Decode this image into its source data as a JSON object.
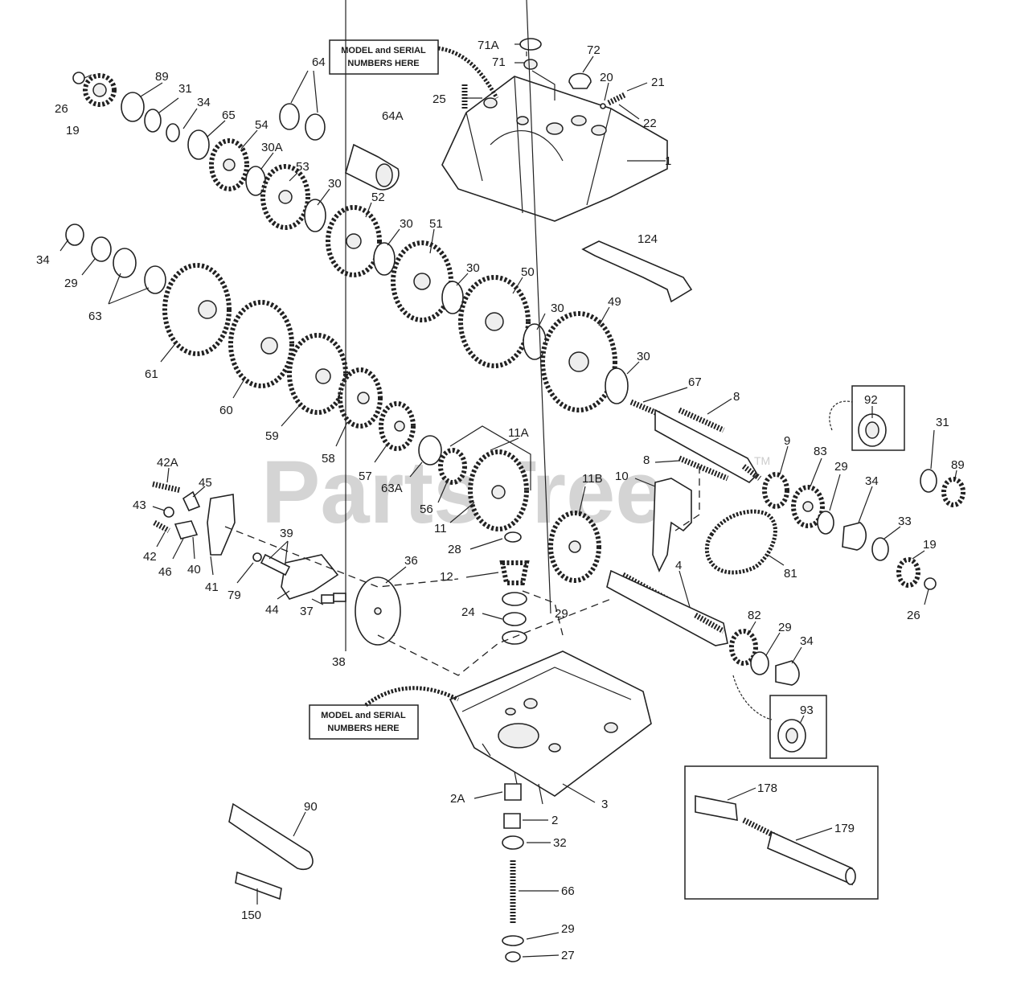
{
  "watermark": {
    "text": "PartsTree",
    "tm": "TM"
  },
  "notes": {
    "serial_top": [
      "MODEL and SERIAL",
      "NUMBERS HERE"
    ],
    "serial_bottom": [
      "MODEL and SERIAL",
      "NUMBERS HERE"
    ]
  },
  "labels": {
    "p71a": "71A",
    "p71": "71",
    "p72": "72",
    "p20": "20",
    "p21": "21",
    "p22": "22",
    "p25": "25",
    "p1": "1",
    "p124": "124",
    "p26a": "26",
    "p19a": "19",
    "p89a": "89",
    "p31a": "31",
    "p34a": "34",
    "p65": "65",
    "p64": "64",
    "p54": "54",
    "p64a": "64A",
    "p30a": "30A",
    "p53": "53",
    "p30b": "30",
    "p52": "52",
    "p30c": "30",
    "p51": "51",
    "p30d": "30",
    "p50": "50",
    "p30e": "30",
    "p49": "49",
    "p30f": "30",
    "p67": "67",
    "p8a": "8",
    "p34b": "34",
    "p29a": "29",
    "p63": "63",
    "p61": "61",
    "p60": "60",
    "p59": "59",
    "p58": "58",
    "p57": "57",
    "p63a": "63A",
    "p56": "56",
    "p11a": "11A",
    "p11": "11",
    "p11b": "11B",
    "p10": "10",
    "p8b": "8",
    "p92": "92",
    "p9": "9",
    "p83": "83",
    "p29b": "29",
    "p34c": "34",
    "p31b": "31",
    "p89b": "89",
    "p33": "33",
    "p19b": "19",
    "p26b": "26",
    "p81": "81",
    "p42a": "42A",
    "p45": "45",
    "p43": "43",
    "p42": "42",
    "p46": "46",
    "p40": "40",
    "p41": "41",
    "p39": "39",
    "p79": "79",
    "p44": "44",
    "p37": "37",
    "p38": "38",
    "p36": "36",
    "p28": "28",
    "p12": "12",
    "p24": "24",
    "p29c": "29",
    "p4": "4",
    "p82": "82",
    "p29d": "29",
    "p34d": "34",
    "p93": "93",
    "p2a": "2A",
    "p2": "2",
    "p3": "3",
    "p32": "32",
    "p66": "66",
    "p29e": "29",
    "p27": "27",
    "p90": "90",
    "p150": "150",
    "p178": "178",
    "p179": "179"
  }
}
